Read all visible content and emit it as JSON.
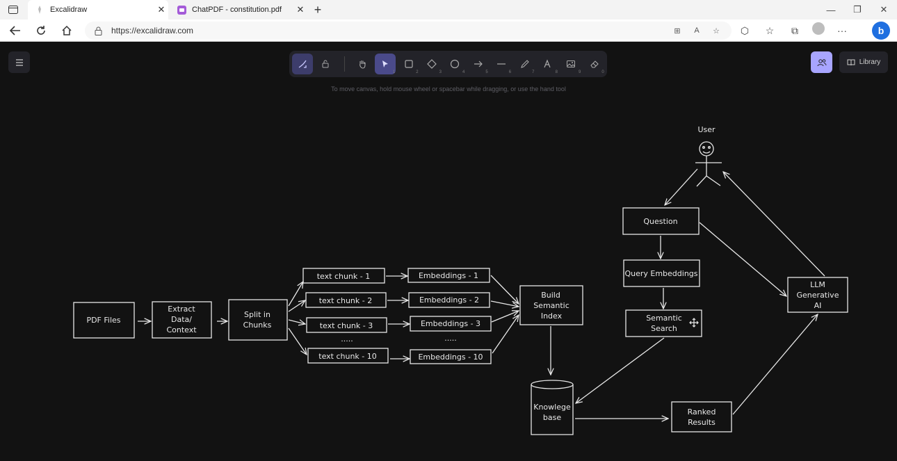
{
  "browser": {
    "tabs": [
      {
        "title": "Excalidraw",
        "active": true
      },
      {
        "title": "ChatPDF - constitution.pdf",
        "active": false
      }
    ],
    "url": "https://excalidraw.com"
  },
  "excalidraw": {
    "hint": "To move canvas, hold mouse wheel or spacebar while dragging, or use the hand tool",
    "library_label": "Library",
    "tools": [
      {
        "name": "hand",
        "key": ""
      },
      {
        "name": "selection",
        "key": "1"
      },
      {
        "name": "rectangle",
        "key": "2"
      },
      {
        "name": "diamond",
        "key": "3"
      },
      {
        "name": "ellipse",
        "key": "4"
      },
      {
        "name": "arrow",
        "key": "5"
      },
      {
        "name": "line",
        "key": "6"
      },
      {
        "name": "draw",
        "key": "7"
      },
      {
        "name": "text",
        "key": "8"
      },
      {
        "name": "image",
        "key": "9"
      },
      {
        "name": "eraser",
        "key": "0"
      }
    ]
  },
  "diagram": {
    "pdf_files": "PDF Files",
    "extract": [
      "Extract",
      "Data/",
      "Context"
    ],
    "split": [
      "Split in",
      "Chunks"
    ],
    "chunks": [
      "text chunk - 1",
      "text chunk - 2",
      "text chunk - 3",
      "text chunk - 10"
    ],
    "embeddings": [
      "Embeddings - 1",
      "Embeddings - 2",
      "Embeddings - 3",
      "Embeddings - 10"
    ],
    "ellipsis": ".....",
    "index": [
      "Build",
      "Semantic",
      "Index"
    ],
    "knowledge": [
      "Knowlege",
      "base"
    ],
    "user": "User",
    "question": "Question",
    "query_embeddings": "Query Embeddings",
    "semantic_search": [
      "Semantic",
      "Search"
    ],
    "ranked": [
      "Ranked",
      "Results"
    ],
    "llm": [
      "LLM",
      "Generative",
      "AI"
    ]
  },
  "colors": {
    "canvas": "#121212",
    "stroke": "#e8e8e8",
    "accent": "#a8a5ff"
  }
}
